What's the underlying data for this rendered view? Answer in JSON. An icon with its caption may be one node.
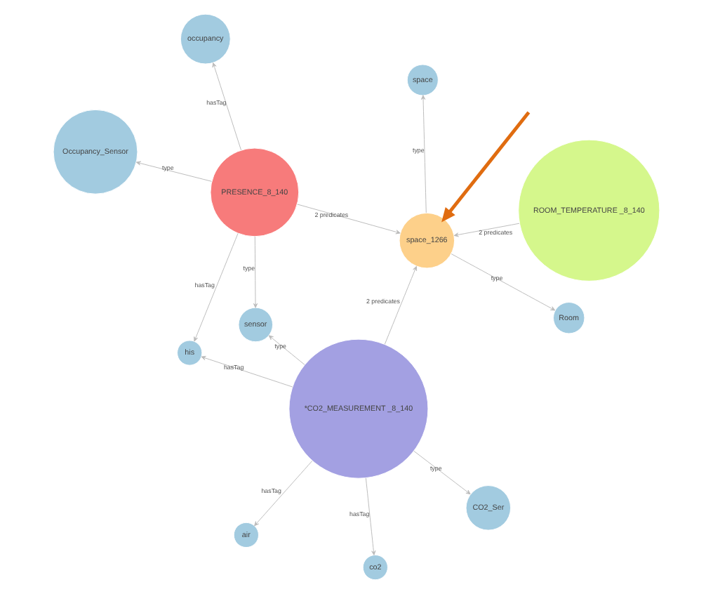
{
  "diagram": {
    "nodes": [
      {
        "text": [
          "occupancy"
        ]
      },
      {
        "text": [
          "sensor"
        ]
      },
      {
        "text": [
          "Occupancy_Sensor"
        ]
      },
      {
        "text": [
          "his"
        ]
      },
      {
        "text": [
          "PRESENCE_8_140"
        ]
      },
      {
        "text": [
          "space"
        ]
      },
      {
        "text": [
          "co2"
        ]
      },
      {
        "text": [
          "*CO2_MEASUREMENT _8_140"
        ]
      },
      {
        "text": [
          "space_1266"
        ]
      },
      {
        "text": [
          "CO2_Ser"
        ]
      },
      {
        "text": [
          "Room"
        ]
      },
      {
        "text": [
          "air"
        ]
      },
      {
        "text": [
          "ROOM_TEMPERATURE _8_140"
        ]
      }
    ],
    "edges": [
      {
        "from": 4,
        "to": 2,
        "arrow": "to",
        "label": "type"
      },
      {
        "from": 4,
        "to": 0,
        "arrow": "to",
        "label": "hasTag"
      },
      {
        "from": 4,
        "to": 1,
        "arrow": "to",
        "label": "type"
      },
      {
        "from": 4,
        "to": 3,
        "arrow": "to",
        "label": "hasTag"
      },
      {
        "from": 7,
        "to": 1,
        "arrow": "to",
        "label": "type"
      },
      {
        "from": 7,
        "to": 3,
        "arrow": "to",
        "label": "hasTag"
      },
      {
        "from": 7,
        "to": 6,
        "arrow": "to",
        "label": "hasTag"
      },
      {
        "from": 7,
        "to": 9,
        "arrow": "to",
        "label": "type"
      },
      {
        "from": 7,
        "to": 11,
        "arrow": "to",
        "label": "hasTag"
      },
      {
        "from": 4,
        "to": 8,
        "arrow": "to",
        "label": "2 predicates"
      },
      {
        "from": 7,
        "to": 8,
        "arrow": "to",
        "label": "2 predicates"
      },
      {
        "from": 12,
        "to": 8,
        "arrow": "to",
        "label": "2 predicates"
      },
      {
        "from": 8,
        "to": 5,
        "arrow": "to",
        "label": "type"
      },
      {
        "from": 8,
        "to": 10,
        "arrow": "to",
        "label": "type"
      },
      {
        "from": null,
        "to": 8,
        "arrow": "to",
        "style": "thick",
        "color": "#e06c10"
      }
    ]
  }
}
